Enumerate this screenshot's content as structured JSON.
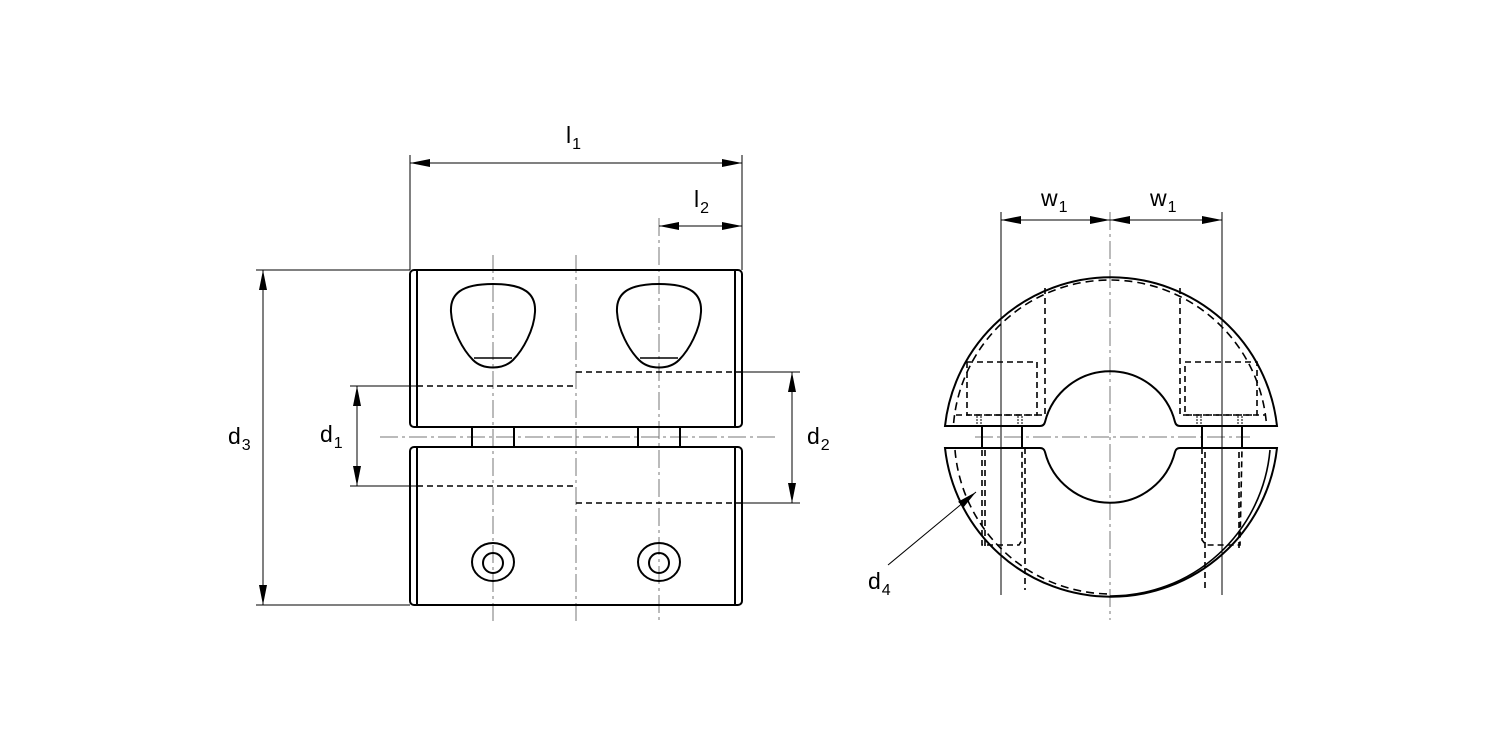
{
  "title": "Two-piece clamp coupling dimension drawing",
  "labels": {
    "l1": {
      "main": "l",
      "sub": "1"
    },
    "l2": {
      "main": "l",
      "sub": "2"
    },
    "d1": {
      "main": "d",
      "sub": "1"
    },
    "d2": {
      "main": "d",
      "sub": "2"
    },
    "d3": {
      "main": "d",
      "sub": "3"
    },
    "d4": {
      "main": "d",
      "sub": "4"
    },
    "w1a": {
      "main": "w",
      "sub": "1"
    },
    "w1b": {
      "main": "w",
      "sub": "1"
    }
  },
  "colors": {
    "line": "#000000",
    "centerline": "#777777",
    "background": "#ffffff"
  }
}
